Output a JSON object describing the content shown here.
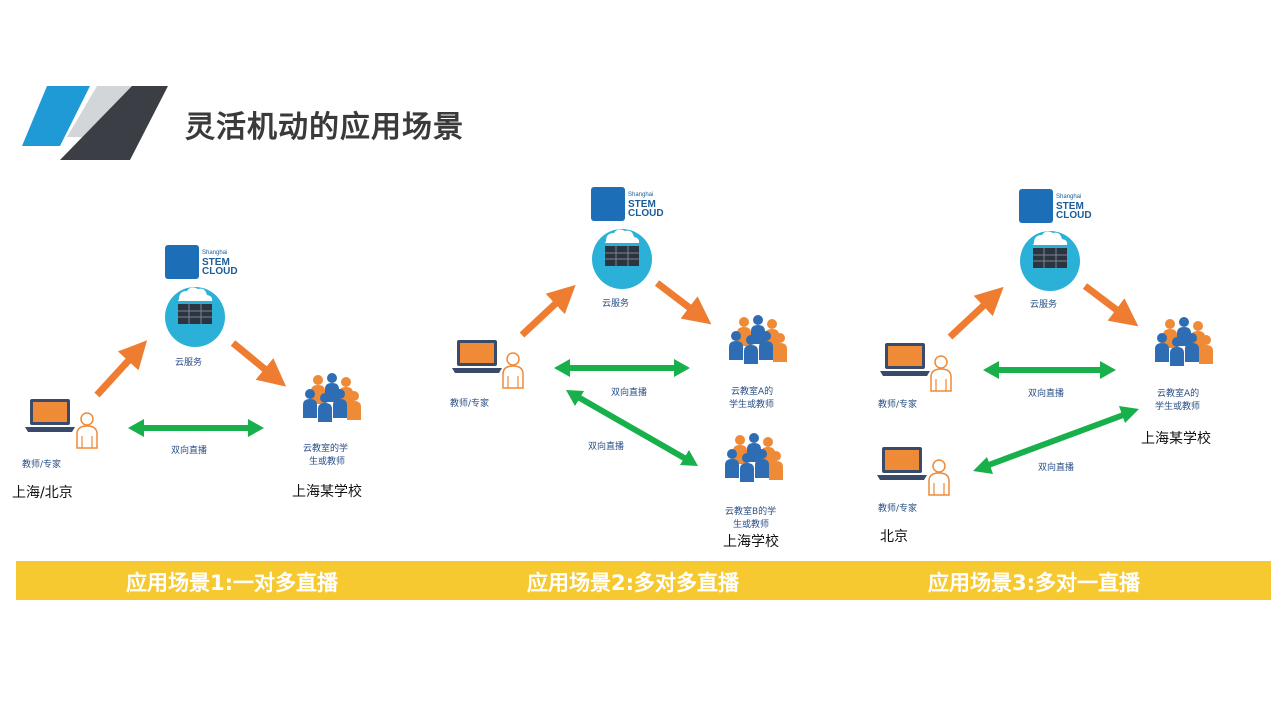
{
  "title": "灵活机动的应用场景",
  "logo": {
    "small": "Shanghai",
    "line1": "STEM",
    "line2": "CLOUD"
  },
  "colors": {
    "accent_blue": "#1f9ad6",
    "accent_gray": "#d3d6d8",
    "accent_dark": "#3b3f45",
    "band": "#f7c930",
    "arrow_orange": "#ee7d31",
    "arrow_green": "#18b04a",
    "cloud": "#2bb0d8"
  },
  "scenario1": {
    "cloud_label": "云服务",
    "teacher_label": "教师/专家",
    "live_label": "双向直播",
    "class_label_1": "云教室的学",
    "class_label_2": "生或教师",
    "place_left": "上海/北京",
    "place_right": "上海某学校",
    "band": "应用场景1:一对多直播"
  },
  "scenario2": {
    "cloud_label": "云服务",
    "teacher_label": "教师/专家",
    "live_label_1": "双向直播",
    "live_label_2": "双向直播",
    "classA_1": "云教室A的",
    "classA_2": "学生或教师",
    "classB_1": "云教室B的学",
    "classB_2": "生或教师",
    "place_b": "上海学校",
    "band": "应用场景2:多对多直播"
  },
  "scenario3": {
    "cloud_label": "云服务",
    "teacher_label_1": "教师/专家",
    "teacher_label_2": "教师/专家",
    "live_label_1": "双向直播",
    "live_label_2": "双向直播",
    "classA_1": "云教室A的",
    "classA_2": "学生或教师",
    "place_school": "上海某学校",
    "place_beijing": "北京",
    "band": "应用场景3:多对一直播"
  }
}
